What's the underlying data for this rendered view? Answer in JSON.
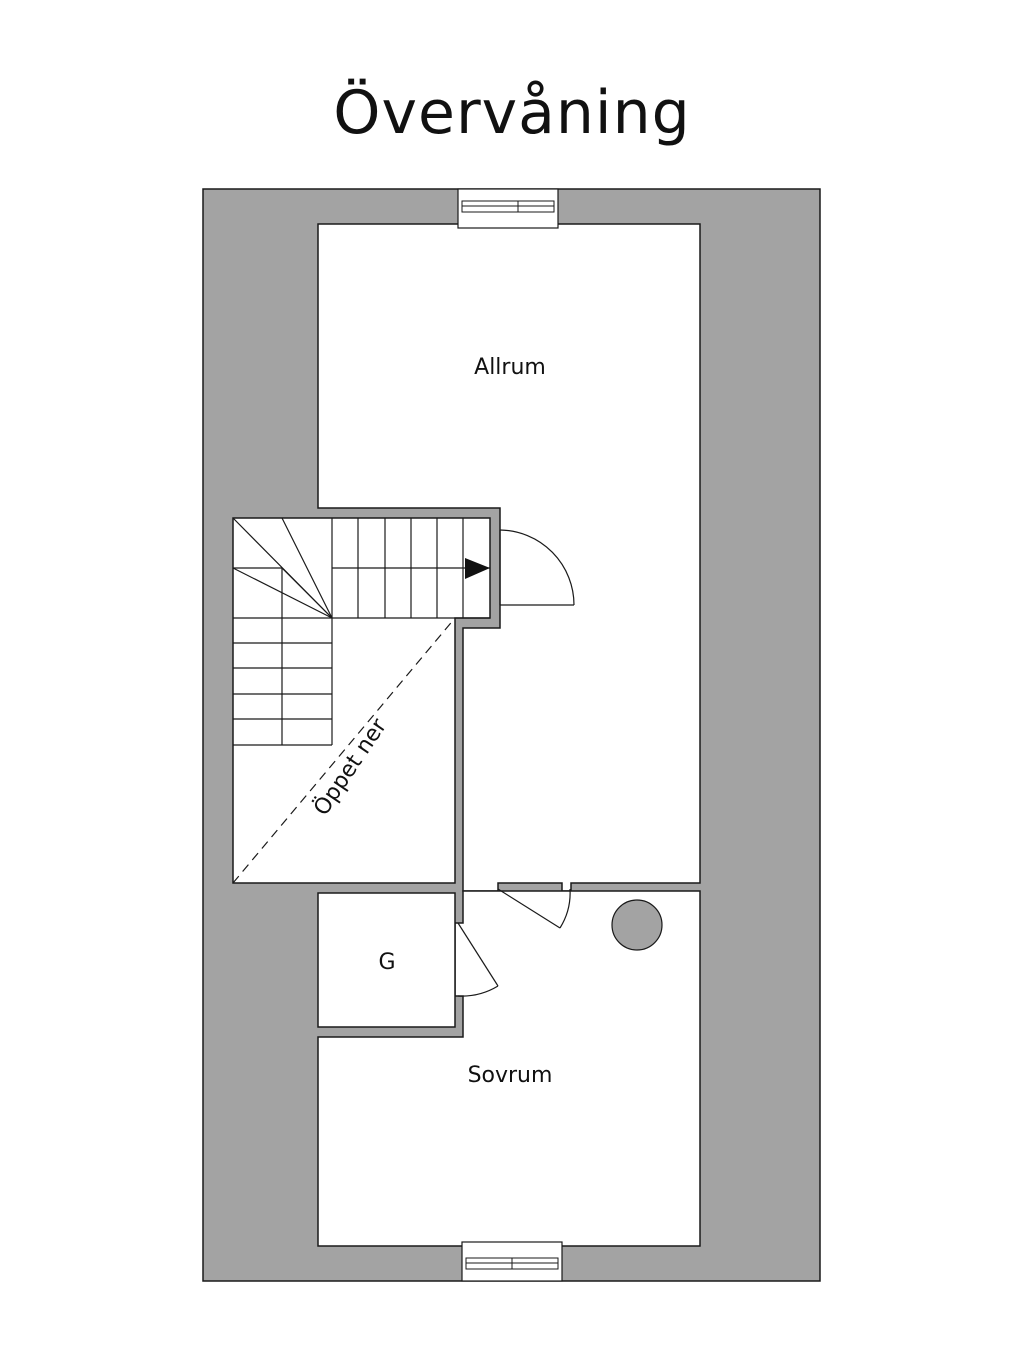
{
  "title": "Övervåning",
  "rooms": {
    "allrum": "Allrum",
    "storage": "G",
    "sovrum": "Sovrum"
  },
  "annotations": {
    "open_below": "Öppet ner"
  },
  "colors": {
    "walls": "#a3a3a3",
    "wall_outline": "#1a1a1a",
    "floor": "#ffffff",
    "fixture": "#a3a3a3"
  },
  "icons": {
    "chimney": "circle",
    "stair_direction": "arrow-right"
  }
}
